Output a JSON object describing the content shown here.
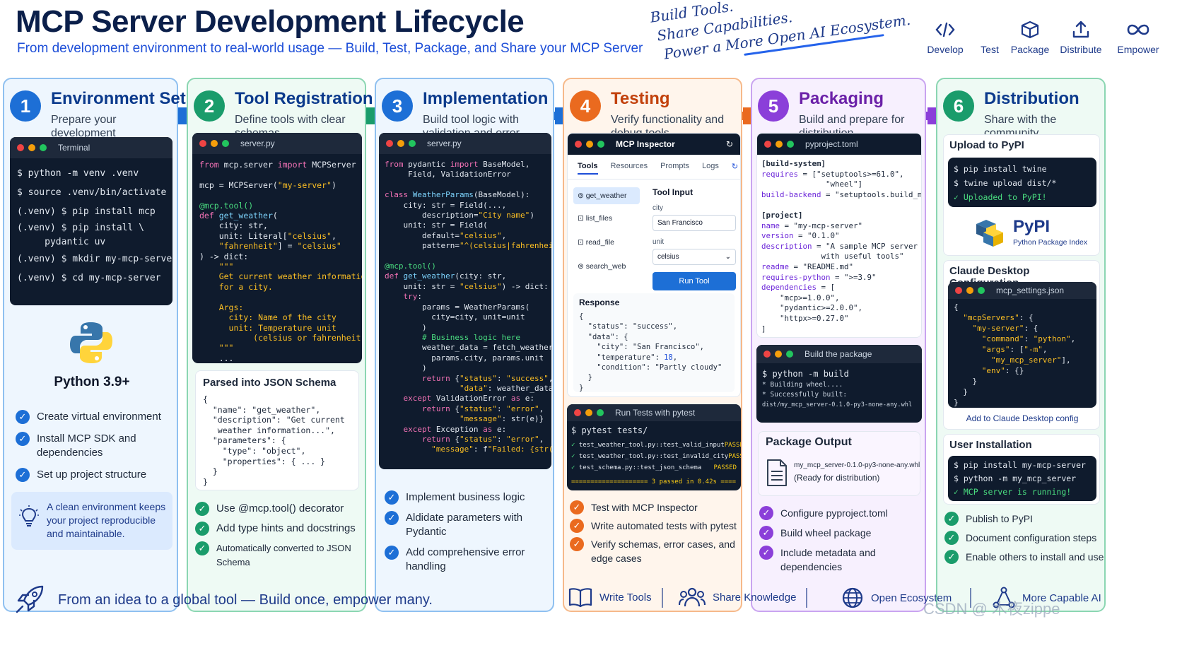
{
  "header": {
    "title": "MCP Server Development Lifecycle",
    "subtitle": "From development environment to real-world usage — Build, Test, Package, and Share your MCP Server",
    "handnote": [
      "Build Tools.",
      "Share Capabilities.",
      "Power a More Open AI Ecosystem."
    ]
  },
  "nav": [
    {
      "label": "Develop",
      "icon": "code-icon"
    },
    {
      "label": "Test",
      "icon": "blank-icon"
    },
    {
      "label": "Package",
      "icon": "box-icon"
    },
    {
      "label": "Distribute",
      "icon": "upload-icon"
    },
    {
      "label": "Empower",
      "icon": "infinity-icon"
    }
  ],
  "colors": {
    "c1": "#1d6fd6",
    "c2": "#1a9c6b",
    "c3": "#1d6fd6",
    "c4": "#ea6a1f",
    "c5": "#8b3fd9",
    "c6": "#1a9c6b"
  },
  "col1": {
    "num": "1",
    "title": "Environment Setup",
    "sub": "Prepare your development\nenvironment",
    "term_title": "Terminal",
    "term_lines": [
      "$ python -m venv .venv",
      "$ source .venv/bin/activate",
      "(.venv) $ pip install mcp",
      "(.venv) $ pip install \\",
      "     pydantic uv",
      "(.venv) $ mkdir my-mcp-server",
      "(.venv) $ cd my-mcp-server"
    ],
    "py_label": "Python 3.9+",
    "checks": [
      "Create virtual environment",
      "Install MCP SDK and dependencies",
      "Set up project structure"
    ],
    "tip": "A clean environment keeps your project reproducible and maintainable."
  },
  "col2": {
    "num": "2",
    "title": "Tool Registration",
    "sub": "Define tools with clear\nschemas",
    "file": "server.py",
    "schema_title": "Parsed into JSON Schema",
    "checks": [
      "Use @mcp.tool() decorator",
      "Add type hints and docstrings",
      "Automatically converted to JSON Schema"
    ]
  },
  "col3": {
    "num": "3",
    "title": "Implementation",
    "sub": "Build tool logic with\nvalidation and error handling",
    "file": "server.py",
    "checks": [
      "Implement business logic",
      "Aldidate parameters with Pydantic",
      "Add comprehensive error handling"
    ]
  },
  "col4": {
    "num": "4",
    "title": "Testing",
    "sub": "Verify functionality and\ndebug tools",
    "inspector_title": "MCP Inspector",
    "tabs": [
      "Tools",
      "Resources",
      "Prompts",
      "Logs"
    ],
    "tools": [
      "get_weather",
      "list_files",
      "read_file",
      "search_web"
    ],
    "tool_input": "Tool Input",
    "city_label": "city",
    "city_value": "San Francisco",
    "unit_label": "unit",
    "unit_value": "celsius",
    "run": "Run Tool",
    "response": "Response",
    "pytest_title": "Run Tests with pytest",
    "pytest_cmd": "$ pytest tests/",
    "tests": [
      [
        "test_weather_tool.py::test_valid_input",
        "PASSED"
      ],
      [
        "test_weather_tool.py::test_invalid_city",
        "PASSED"
      ],
      [
        "test_schema.py::test_json_schema",
        "PASSED"
      ]
    ],
    "summary": "==================== 3 passed in 0.42s ====",
    "checks": [
      "Test with MCP Inspector",
      "Write automated tests with pytest",
      "Verify schemas, error cases, and edge cases"
    ]
  },
  "col5": {
    "num": "5",
    "title": "Packaging",
    "sub": "Build and prepare for\ndistribution",
    "file": "pyproject.toml",
    "build_title": "Build the package",
    "build_lines": [
      "$ python -m build",
      "* Building wheel....",
      "* Successfully built:",
      "  dist/my_mcp_server-0.1.0-py3-none-any.whl"
    ],
    "output_title": "Package Output",
    "output_file": "my_mcp_server-0.1.0-py3-none-any.whl",
    "output_note": "(Ready for distribution)",
    "checks": [
      "Configure pyproject.toml",
      "Build wheel package",
      "Include metadata and dependencies"
    ]
  },
  "col6": {
    "num": "6",
    "title": "Distribution",
    "sub": "Share with the community\nand enable usage",
    "pypi_title": "Upload to PyPI",
    "pypi_lines": [
      "$ pip install twine",
      "$ twine upload dist/*",
      "✓ Uploaded to PyPI!"
    ],
    "pypi_name": "PyPI",
    "pypi_desc": "Python Package Index",
    "claude_title": "Claude Desktop Configuration",
    "claude_file": "mcp_settings.json",
    "claude_caption": "Add to Claude Desktop config",
    "user_title": "User Installation",
    "user_lines": [
      "$ pip install my-mcp-server",
      "$ python -m my_mcp_server",
      "✓ MCP server is running!"
    ],
    "checks": [
      "Publish to PyPI",
      "Document configuration steps",
      "Enable others to install and use"
    ]
  },
  "footer": {
    "text": "From an idea to a global tool — Build once, empower many.",
    "items": [
      {
        "label": "Write Tools",
        "icon": "book-icon"
      },
      {
        "label": "Share Knowledge",
        "icon": "people-icon"
      },
      {
        "label": "Open Ecosystem",
        "icon": "globe-icon"
      },
      {
        "label": "More Capable AI",
        "icon": "network-icon"
      }
    ],
    "watermark": "CSDN @ 木夜zippe"
  }
}
